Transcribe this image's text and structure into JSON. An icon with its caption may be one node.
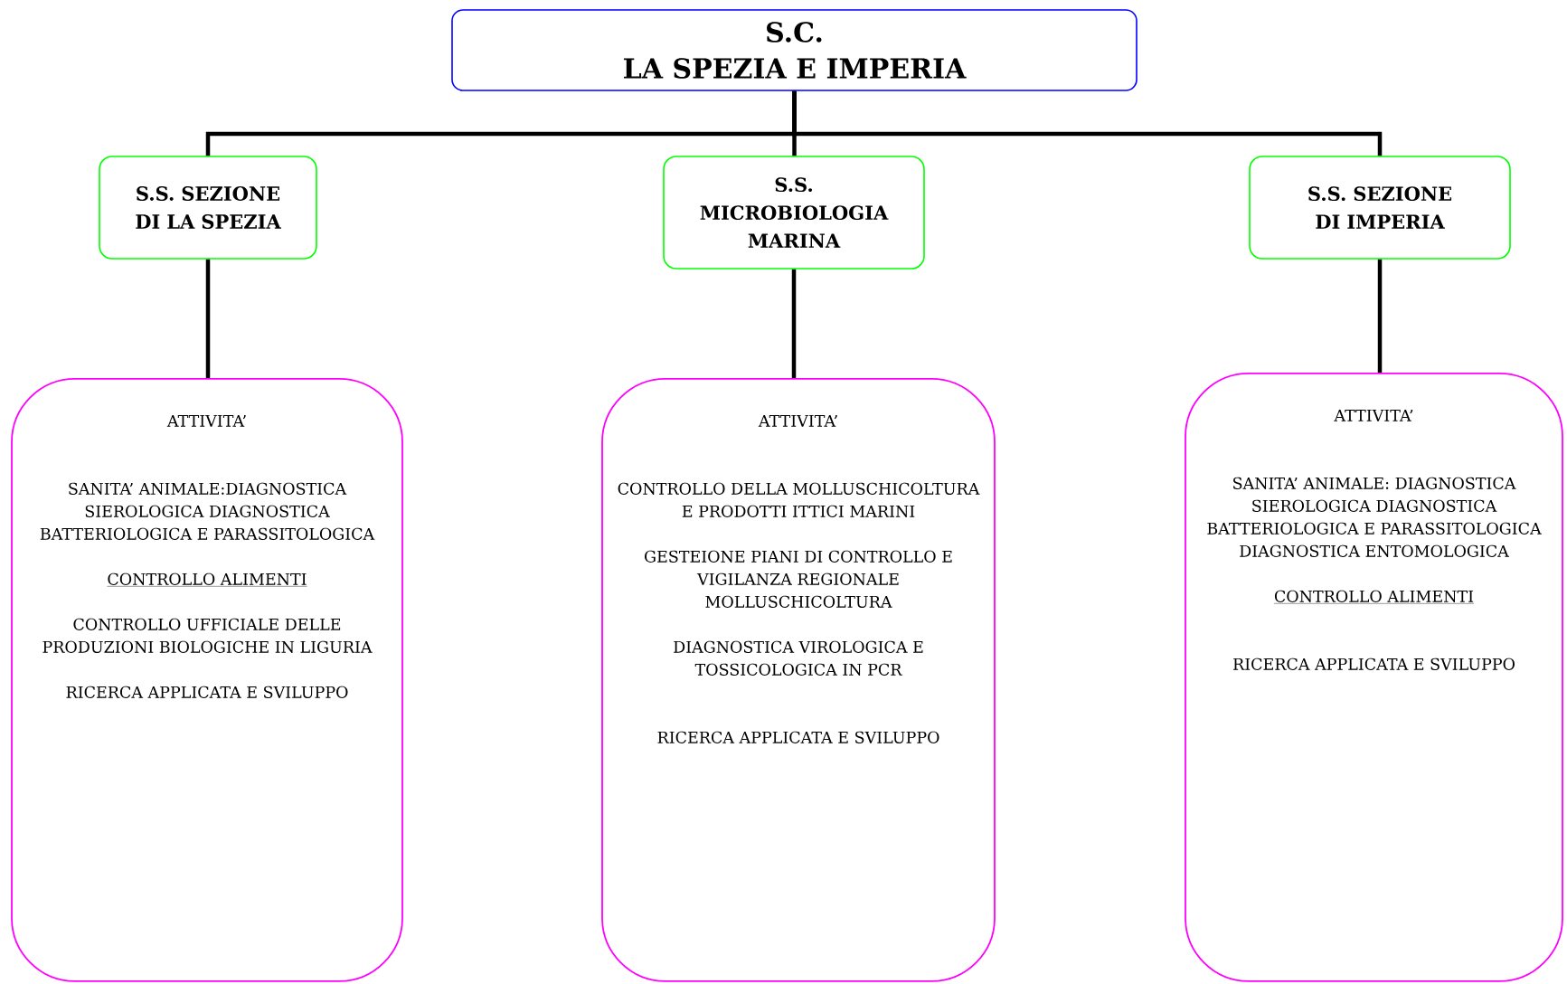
{
  "diagram": {
    "nodes": [
      {
        "text": [
          "S.C.",
          "LA SPEZIA E IMPERIA"
        ]
      },
      {
        "text": [
          "S.S. SEZIONE DI LA SPEZIA"
        ]
      },
      {
        "text": [
          "S.S. MICROBIOLOGIA MARINA"
        ]
      },
      {
        "text": [
          "S.S. SEZIONE DI IMPERIA"
        ]
      },
      {
        "text": [
          "ATTIVITA’",
          "SANITA’ ANIMALE:DIAGNOSTICA SIEROLOGICA DIAGNOSTICA BATTERIOLOGICA E PARASSITOLOGICA",
          "CONTROLLO ALIMENTI",
          "CONTROLLO UFFICIALE DELLE PRODUZIONI BIOLOGICHE IN LIGURIA",
          "RICERCA APPLICATA E SVILUPPO"
        ]
      },
      {
        "text": [
          "ATTIVITA’",
          "CONTROLLO DELLA MOLLUSCHICOLTURA E PRODOTTI ITTICI MARINI",
          "GESTEIONE PIANI DI CONTROLLO E VIGILANZA REGIONALE MOLLUSCHICOLTURA",
          "DIAGNOSTICA VIROLOGICA E TOSSICOLOGICA IN PCR",
          "RICERCA APPLICATA E SVILUPPO"
        ]
      },
      {
        "text": [
          "ATTIVITA’",
          "SANITA’ ANIMALE: DIAGNOSTICA SIEROLOGICA DIAGNOSTICA BATTERIOLOGICA E PARASSITOLOGICA DIAGNOSTICA  ENTOMOLOGICA",
          "CONTROLLO ALIMENTI",
          "RICERCA APPLICATA E SVILUPPO"
        ]
      }
    ],
    "edges": [
      {
        "from": 0,
        "to": 1,
        "arrow": "none"
      },
      {
        "from": 0,
        "to": 2,
        "arrow": "none"
      },
      {
        "from": 0,
        "to": 3,
        "arrow": "none"
      },
      {
        "from": 1,
        "to": 4,
        "arrow": "none"
      },
      {
        "from": 2,
        "to": 5,
        "arrow": "none"
      },
      {
        "from": 3,
        "to": 6,
        "arrow": "none"
      }
    ]
  }
}
